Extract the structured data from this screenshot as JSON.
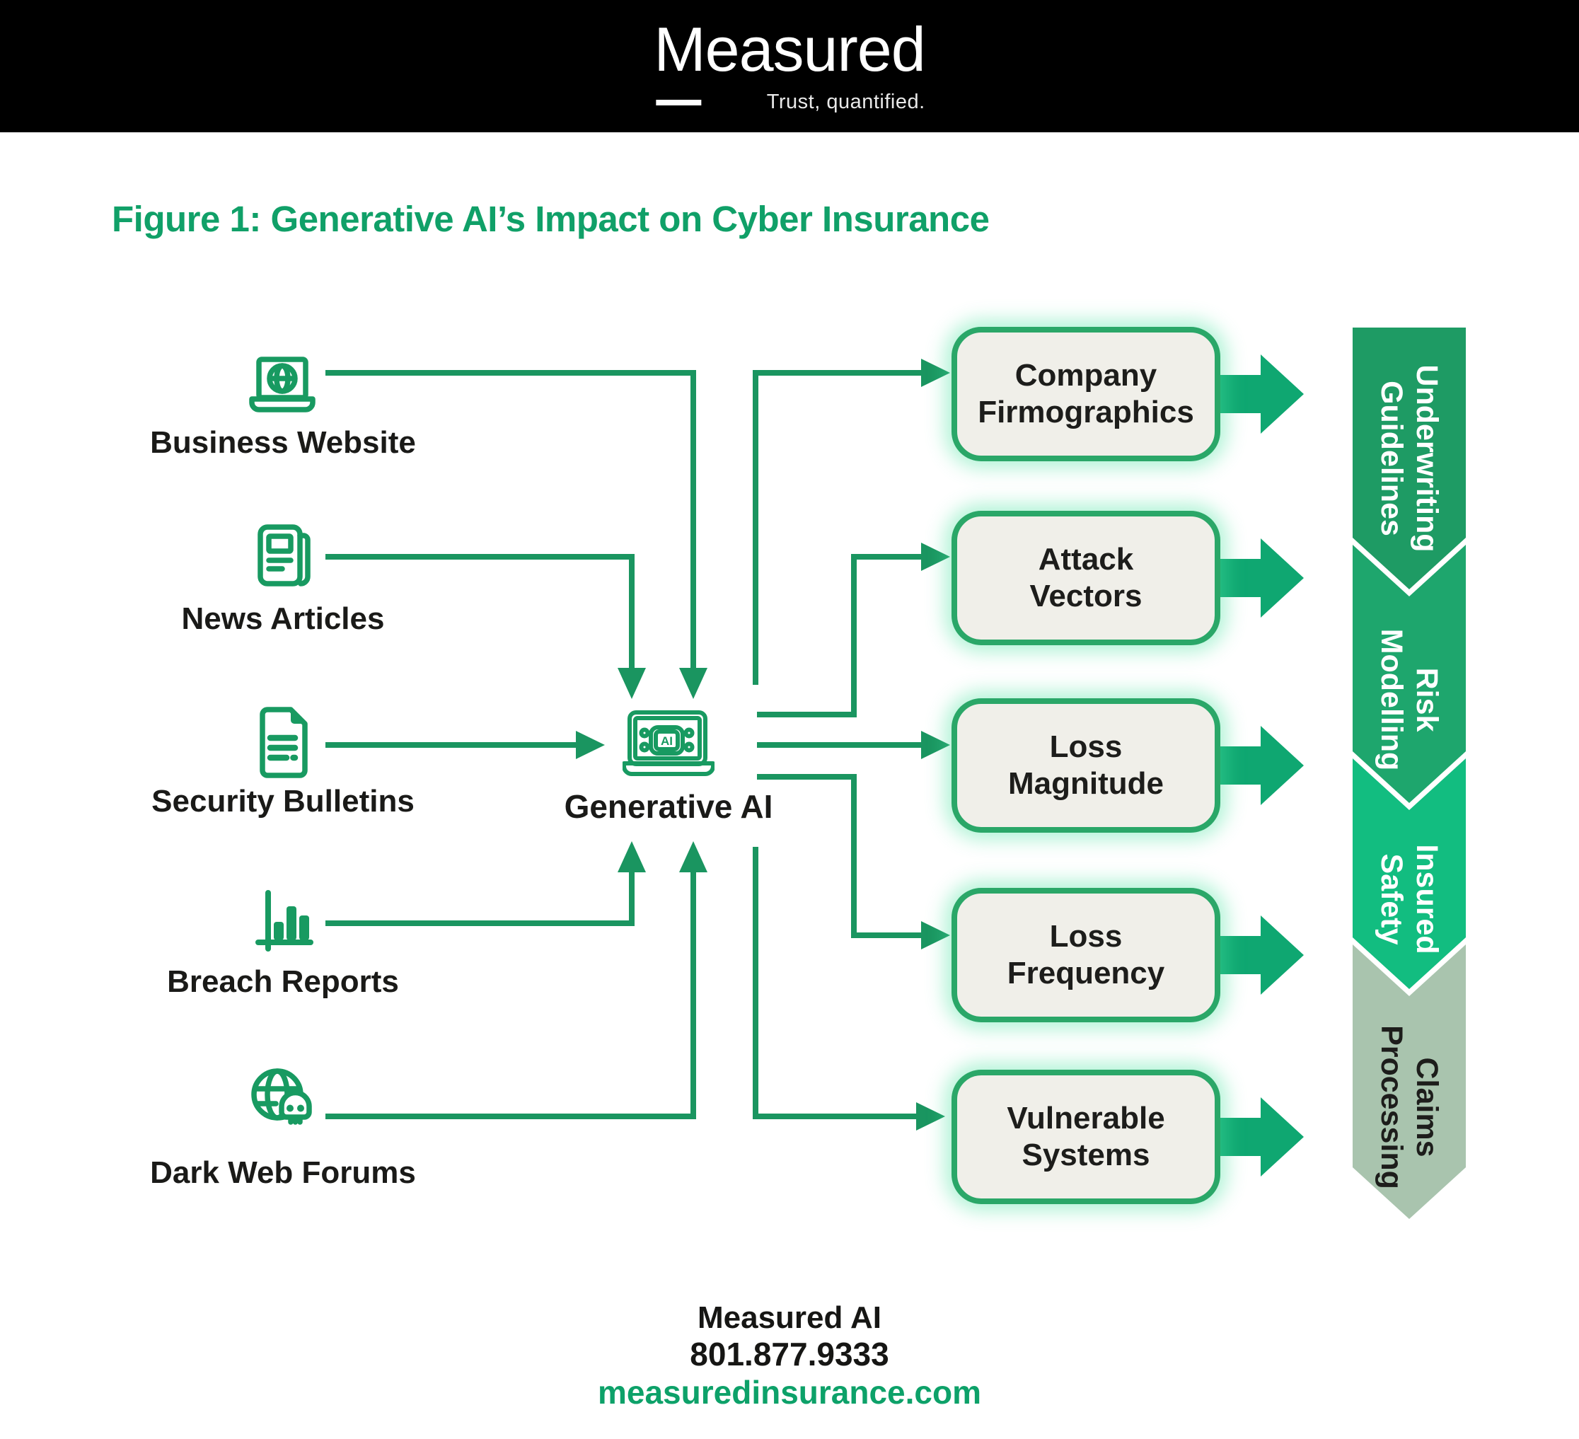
{
  "header": {
    "logo": "Measured",
    "tagline": "Trust, quantified."
  },
  "title": "Figure 1: Generative AI’s Impact on Cyber Insurance",
  "sources": [
    {
      "label": "Business Website",
      "icon": "laptop-globe-icon"
    },
    {
      "label": "News Articles",
      "icon": "newspaper-icon"
    },
    {
      "label": "Security Bulletins",
      "icon": "document-icon"
    },
    {
      "label": "Breach Reports",
      "icon": "bar-chart-icon"
    },
    {
      "label": "Dark Web Forums",
      "icon": "globe-skull-icon"
    }
  ],
  "hub": {
    "label": "Generative AI",
    "chip_label": "AI",
    "icon": "ai-laptop-icon"
  },
  "outputs": [
    {
      "line1": "Company",
      "line2": "Firmographics"
    },
    {
      "line1": "Attack",
      "line2": "Vectors"
    },
    {
      "line1": "Loss",
      "line2": "Magnitude"
    },
    {
      "line1": "Loss",
      "line2": "Frequency"
    },
    {
      "line1": "Vulnerable",
      "line2": "Systems"
    }
  ],
  "pipeline": [
    {
      "line1": "Underwriting",
      "line2": "Guidelines",
      "color": "#1e9b64",
      "text_color": "#ffffff"
    },
    {
      "line1": "Risk",
      "line2": "Modelling",
      "color": "#1ea66d",
      "text_color": "#ffffff"
    },
    {
      "line1": "Insured",
      "line2": "Safety",
      "color": "#12bd80",
      "text_color": "#ffffff"
    },
    {
      "line1": "Claims",
      "line2": "Processing",
      "color": "#a9c4ae",
      "text_color": "#1d1d1b"
    }
  ],
  "footer": {
    "company": "Measured AI",
    "phone": "801.877.9333",
    "website": "measuredinsurance.com"
  },
  "colors": {
    "header_bg": "#000000",
    "title_green": "#10a068",
    "flow_line": "#1a9560",
    "icon_green": "#189a61",
    "block_arrow": "#0fa771",
    "box_border": "#2aa768",
    "box_fill": "#f0efe9",
    "link_green": "#0da169",
    "label_dark": "#1a1a18"
  }
}
